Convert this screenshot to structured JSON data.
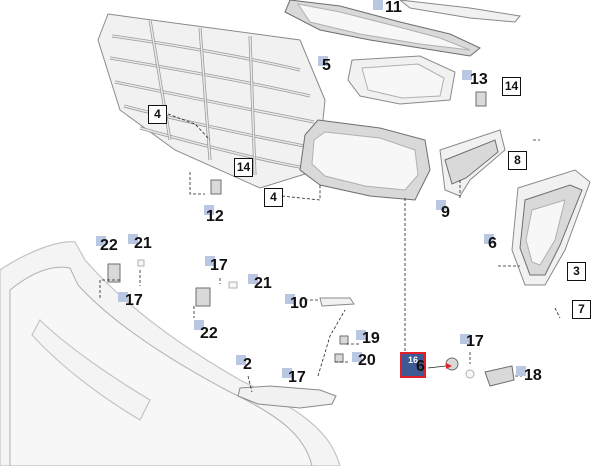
{
  "callouts": {
    "c11": "11",
    "c5": "5",
    "c13": "13",
    "c9": "9",
    "c12": "12",
    "c6": "6",
    "c22a": "22",
    "c21a": "21",
    "c17a": "17",
    "c17b": "17",
    "c21b": "21",
    "c22b": "22",
    "c10": "10",
    "c19": "19",
    "c20": "20",
    "c2": "2",
    "c17c": "17",
    "c17d": "17",
    "c18": "18",
    "c6b": "6"
  },
  "boxes": {
    "b4a": "4",
    "b14a": "14",
    "b14b": "14",
    "b8": "8",
    "b4b": "4",
    "b3": "3",
    "b7": "7"
  },
  "highlight": {
    "label": "16",
    "border_color": "#e2202a",
    "fill_color": "#3d5a94"
  },
  "colors": {
    "arrow": "#e2202a",
    "tag": "#b9c7e2"
  }
}
